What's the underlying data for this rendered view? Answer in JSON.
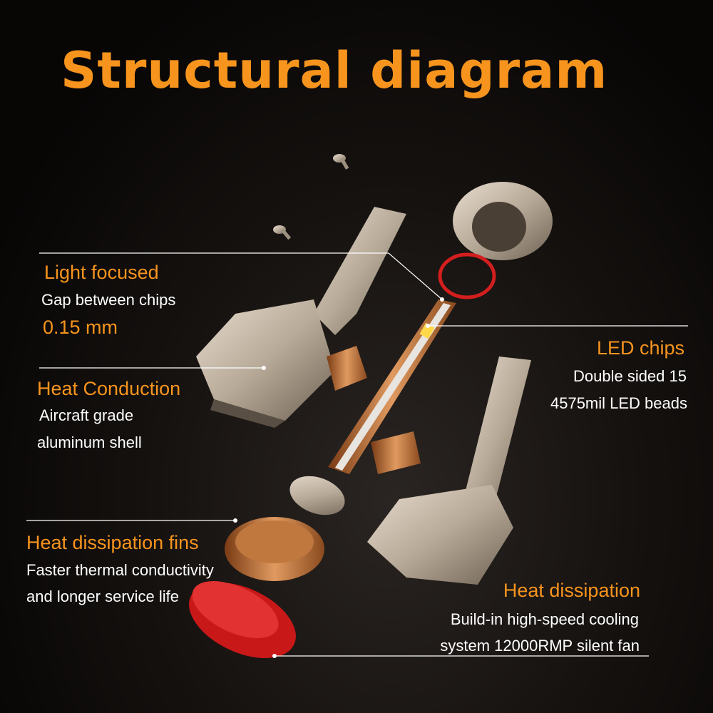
{
  "title": "Structural diagram",
  "callouts": {
    "light": {
      "heading": "Light focused",
      "line1": "Gap between chips",
      "value": "0.15 mm"
    },
    "conduction": {
      "heading": "Heat Conduction",
      "line1": "Aircraft grade",
      "line2": "aluminum shell"
    },
    "led": {
      "heading": "LED chips",
      "line1": "Double sided 15",
      "line2": "4575mil LED beads"
    },
    "fins": {
      "heading": "Heat dissipation fins",
      "line1": "Faster thermal conductivity",
      "line2": "and longer service life"
    },
    "fan": {
      "heading": "Heat dissipation",
      "line1": "Build-in high-speed cooling",
      "line2": "system 12000RMP silent fan"
    }
  },
  "colors": {
    "accent": "#f7941d",
    "text": "#ffffff",
    "background": "#0a0807"
  }
}
